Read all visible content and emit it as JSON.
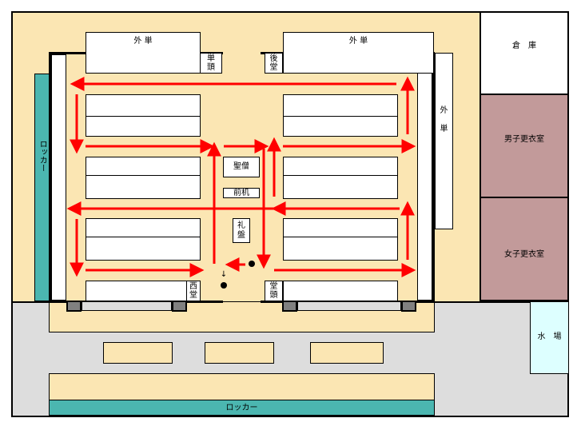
{
  "colors": {
    "floor": "#FBE6B3",
    "corridor": "#DDDDDD",
    "locker": "#4BB6B0",
    "dressing": "#C29A9A",
    "water": "#DDFFFF",
    "arrow": "#FF0000",
    "cushion_frame": "#FCE6B3"
  },
  "labels": {
    "outer_single_left": "外 単",
    "outer_single_right": "外 単",
    "outer_single_side": "外\n\n単",
    "single_head": "単\n頭",
    "back_hall": "後\n堂",
    "west_hall": "西\n堂",
    "hall_head": "堂\n頭",
    "holy_monk": "聖僧",
    "front_desk": "前机",
    "reihan": "礼\n盤",
    "locker_left": "ロッカー",
    "locker_bottom": "ロッカー",
    "storehouse": "倉　庫",
    "mens_room": "男子更衣室",
    "womens_room": "女子更衣室",
    "water_place": "水　場",
    "small_arrow": "↓"
  },
  "icons": [
    "red-arrow",
    "black-dot",
    "gray-pillar"
  ]
}
